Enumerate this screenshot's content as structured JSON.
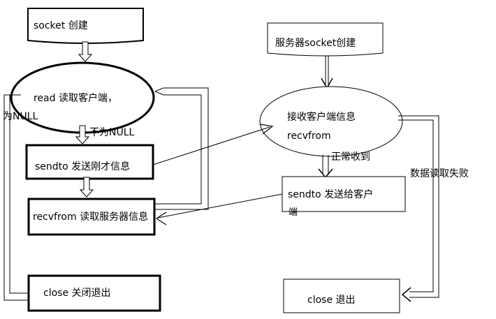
{
  "client": {
    "socket_create": "socket 创建",
    "read_prompt": "read 读取客户端，",
    "null_label": "为NULL",
    "not_null_label": "不为NULL",
    "sendto_label": "sendto 发送刚才信息",
    "recvfrom_label": "recvfrom 读取服务器信息",
    "close_label": "close 关闭退出"
  },
  "server": {
    "socket_create": "服务器socket创建",
    "recv_info_label": "接收客户端信息",
    "recvfrom_label": "recvfrom",
    "normal_recv_label": "正常收到",
    "sendto_line1": "sendto 发送给客户",
    "sendto_line2": "端",
    "read_fail_label": "数据读取失败",
    "close_label": "close 退出"
  }
}
